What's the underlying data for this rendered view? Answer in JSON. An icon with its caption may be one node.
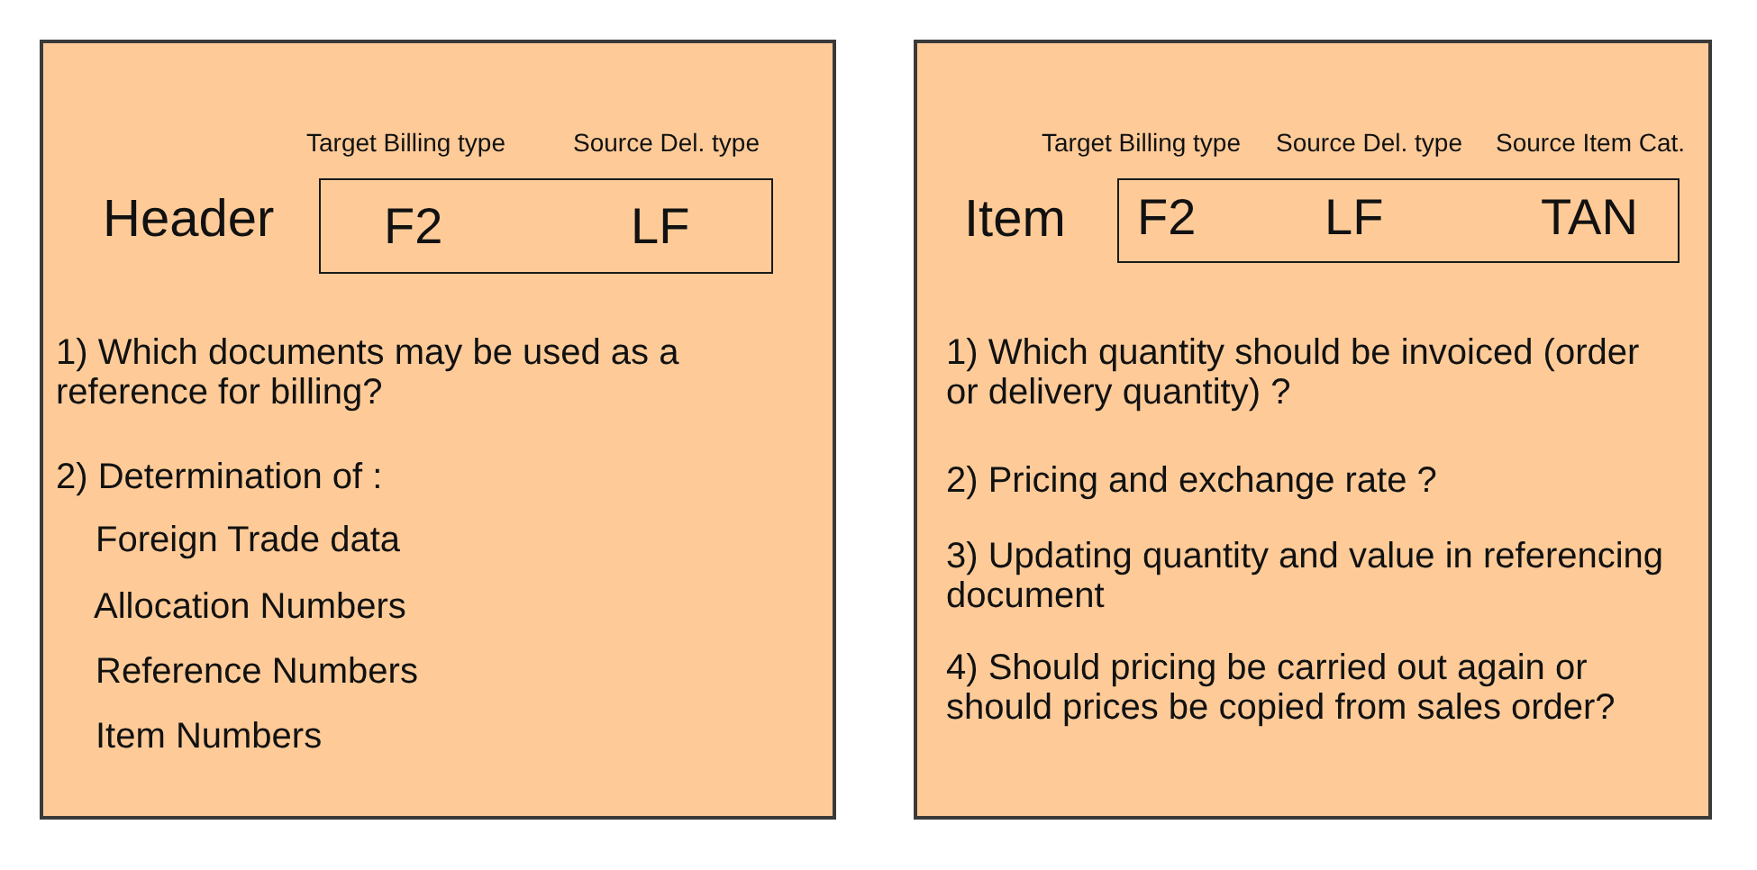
{
  "diagram": {
    "nodes": [
      {
        "text": [
          "Header",
          "1) Which documents may be used as a reference for billing?",
          "2) Determination of :",
          "Foreign Trade data",
          "Allocation Numbers",
          "Reference Numbers",
          "Item Numbers"
        ]
      },
      {
        "text": [
          "F2",
          "LF"
        ],
        "beside": [
          "Target Billing type",
          "Source Del. type"
        ],
        "in": 0
      },
      {
        "text": [
          "Item",
          "1) Which quantity should be invoiced (order or delivery quantity) ?",
          "2) Pricing and exchange rate ?",
          "3) Updating quantity and value in referencing document",
          "4) Should pricing be carried out again or should prices be copied from sales order?"
        ]
      },
      {
        "text": [
          "F2",
          "LF",
          "TAN"
        ],
        "beside": [
          "Target Billing type",
          "Source Del. type",
          "Source Item Cat."
        ],
        "in": 2
      }
    ]
  }
}
